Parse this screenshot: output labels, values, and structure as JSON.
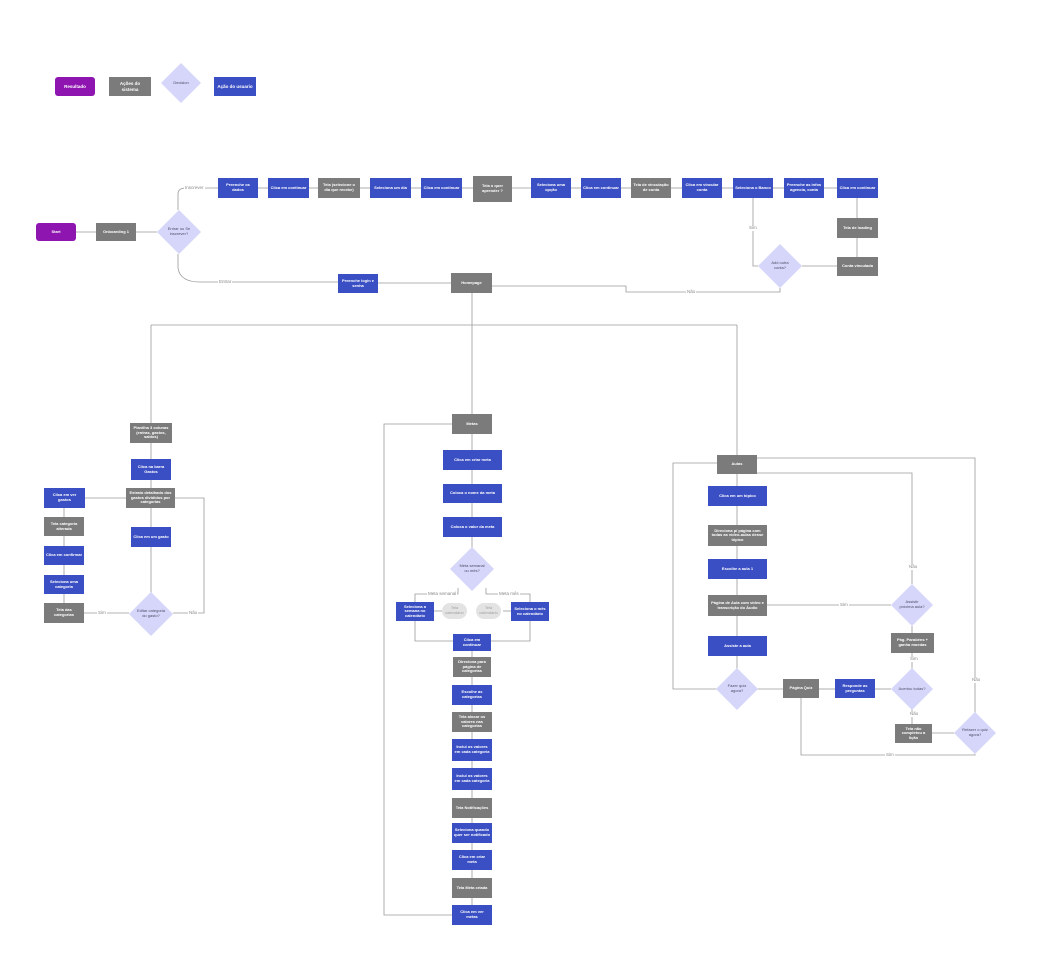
{
  "legend": {
    "result": "Resultado",
    "system_action": "Ações do sistema",
    "decision": "Decision",
    "user_action": "Ação do usuario"
  },
  "colors": {
    "user_action": "#3b4fc4",
    "system_action": "#7b7b7b",
    "result": "#8e15b0",
    "decision": "#d6d6fb",
    "line": "#9a9a9a"
  },
  "onboarding": {
    "start": "Start",
    "onboarding1": "Onboarding 1",
    "decision_enter": "Entrar ou Se inscrever?",
    "label_inscrever": "Inscrever",
    "label_entrar": "Entrar",
    "preenche_dados": "Preenche os dados",
    "clica_continuar_1": "Clica em continuar",
    "tela_dia_recebe": "Tela (selecione o dia que recebe)",
    "seleciona_dia": "Seleciona um dia",
    "clica_continuar_2": "Clica em continuar",
    "tela_aprender": "Tela o quer aprender ?",
    "seleciona_opcao": "Seleciona uma opção",
    "clica_continuar_3": "Clica em continuar",
    "tela_vinculacao": "Tela de vinculação de conta",
    "clica_vincular": "Clica em vincular conta",
    "seleciona_banco": "Seleciona o Banco",
    "preenche_infos": "Preenche as infos agencia, conta",
    "clica_continuar_4": "Clica em continuar",
    "tela_loading": "Tela de loading",
    "conta_vinculada": "Conta vinculada",
    "decision_add": "Add outra conta?",
    "label_sim": "Sim",
    "label_nao": "Não",
    "preenche_login": "Preenche login e senha",
    "homepage": "Homepage"
  },
  "gastos": {
    "planilha": "Planilha 3 colunas (entras, gastos, saldos)",
    "clica_barra": "Clica na barra Gastos",
    "extrato": "Extrato detalhado dos gastos divididos por categorias",
    "clica_gasto": "Clica em um gasto",
    "decision_editar": "Editar categoria do gasto?",
    "label_sim": "Sim",
    "label_nao": "Não",
    "clica_ver_gastos": "Clica em ver gastos",
    "tela_categoria": "Tela categoria alterada",
    "clica_confirmar": "Clica em confirmar",
    "seleciona_categoria": "Seleciona uma categoria",
    "tela_categorias": "Tela das categorias"
  },
  "metas": {
    "metas": "Metas",
    "clica_criar": "Clica em criar meta",
    "coloca_nome": "Coloca o nome da meta",
    "coloca_valor": "Coloca o valor da meta",
    "decision_meta": "Meta semanal ou mês?",
    "label_semanal": "Meta semanal",
    "label_mes": "Meta mês",
    "seleciona_semana": "Seleciona a semana no calendário",
    "seleciona_mes": "Seleciona o mês no calendário",
    "ghost_left": "Tela calendário",
    "ghost_right": "Tela calendário",
    "clica_continuar": "Clica em continuar",
    "direciona_pagina": "Direciona para página de categorias",
    "escolhe_categorias": "Escolhe as categorias",
    "tela_alocar": "Tela alocar os valores nas categorias",
    "inclui_valores_1": "Inclui os valores em cada categoria",
    "inclui_valores_2": "Inclui os valores em cada categoria",
    "tela_notificacoes": "Tela Notificações",
    "seleciona_notificado": "Seleciona quando quer ser notificado",
    "clica_criar_2": "Clica em criar meta",
    "tela_meta_criada": "Tela Meta criada",
    "clica_ver_metas": "Clica em ver metas"
  },
  "aulas": {
    "aulas": "Aulas",
    "clica_topico": "Clica em um tópico",
    "direciona_pagina": "Direciona p/ página com todas as vídeo-aulas desse tópico",
    "escolhe_aula": "Escolhe a aula 1",
    "pagina_aula": "Página de Aula com vídeo e transcrição do Áudio",
    "assiste_aula": "Assiste a aula",
    "decision_quiz": "Fazer quiz agora?",
    "pagina_quiz": "Página Quiz",
    "responde": "Responde as perguntas",
    "decision_acertou": "Acertou todas?",
    "pag_parabens": "Pág. Parabéns + ganha moedas",
    "decision_assistir": "Assistir próxima aula?",
    "tela_nao_completa": "Tela não completou a lição",
    "decision_refazer": "Refazer o quiz agora?",
    "label_sim": "Sim",
    "label_nao": "Não"
  }
}
